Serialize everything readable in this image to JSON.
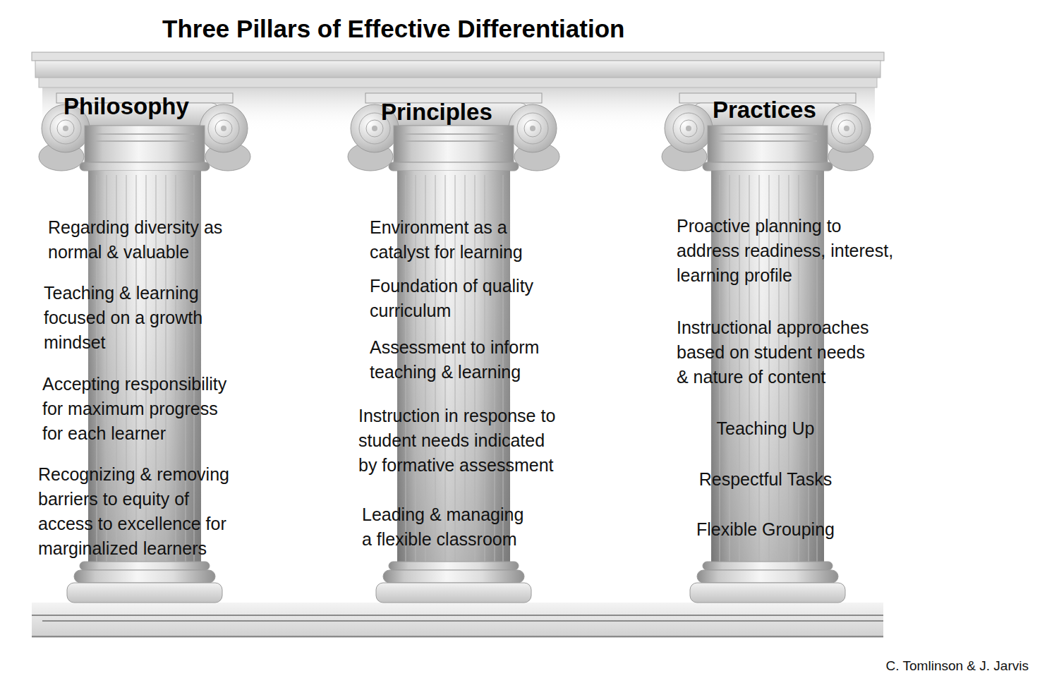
{
  "diagram": {
    "title": "Three Pillars of Effective Differentiation",
    "nodes": [
      {
        "text": [
          "Philosophy",
          "Regarding diversity as normal & valuable",
          "Teaching & learning focused on a growth mindset",
          "Accepting responsibility for maximum progress for each learner",
          "Recognizing & removing barriers to equity of access to excellence for marginalized learners"
        ]
      },
      {
        "text": [
          "Principles",
          "Environment as a catalyst for learning",
          "Foundation of quality curriculum",
          "Assessment to inform teaching & learning",
          "Instruction in response to student needs indicated by formative assessment",
          "Leading & managing a flexible classroom"
        ]
      },
      {
        "text": [
          "Practices",
          "Proactive planning to address readiness, interest, learning profile",
          "Instructional approaches based on student needs & nature of content",
          "Teaching Up",
          "Respectful Tasks",
          "Flexible Grouping"
        ]
      }
    ],
    "labels": [
      "C. Tomlinson & J. Jarvis"
    ]
  }
}
